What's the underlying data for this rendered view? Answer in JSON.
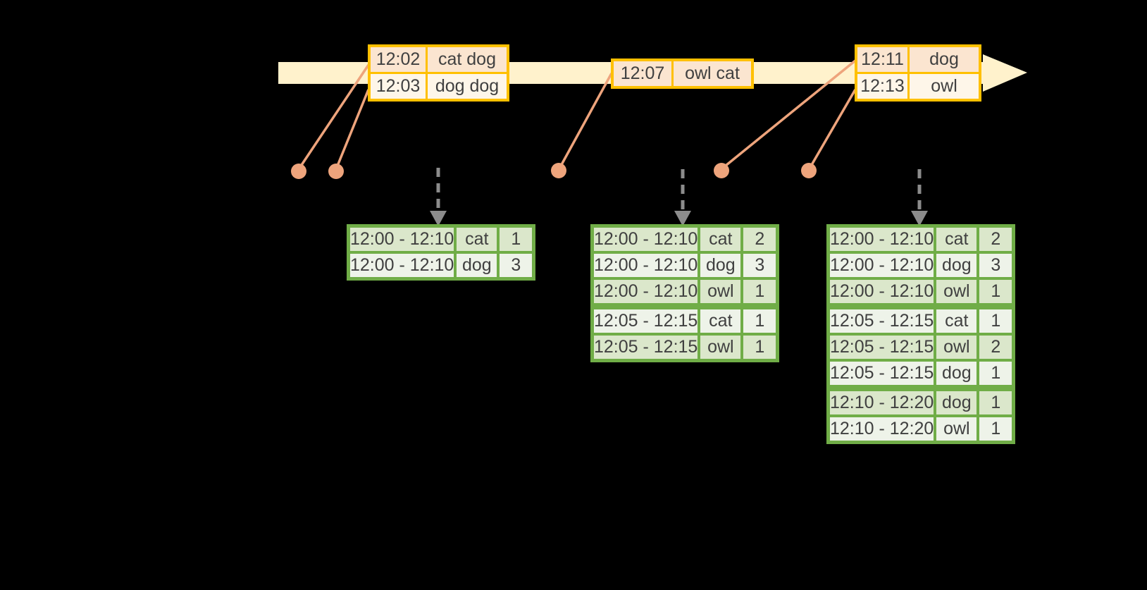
{
  "colors": {
    "background": "#000000",
    "timeline_band": "#FFF2CC",
    "event_border": "#FFC000",
    "event_row_dark": "#FBE5D0",
    "event_row_light": "#FEF6E9",
    "connector": "#EEA47C",
    "dot": "#EEA47C",
    "dashed_arrow": "#8C8C8C",
    "result_border": "#70AD47",
    "result_row_dark": "#DBE7CB",
    "result_row_light": "#EEF3E9",
    "text": "#404040"
  },
  "event_tables": [
    {
      "rows": [
        {
          "time": "12:02",
          "words": "cat dog"
        },
        {
          "time": "12:03",
          "words": "dog dog"
        }
      ]
    },
    {
      "rows": [
        {
          "time": "12:07",
          "words": "owl cat"
        }
      ]
    },
    {
      "rows": [
        {
          "time": "12:11",
          "words": "dog"
        },
        {
          "time": "12:13",
          "words": "owl"
        }
      ]
    }
  ],
  "result_tables": [
    {
      "rows": [
        {
          "window": "12:00 - 12:10",
          "word": "cat",
          "count": "1"
        },
        {
          "window": "12:00 - 12:10",
          "word": "dog",
          "count": "3"
        }
      ]
    },
    {
      "rows": [
        {
          "window": "12:00 - 12:10",
          "word": "cat",
          "count": "2"
        },
        {
          "window": "12:00 - 12:10",
          "word": "dog",
          "count": "3"
        },
        {
          "window": "12:00 - 12:10",
          "word": "owl",
          "count": "1"
        },
        {
          "window": "12:05 - 12:15",
          "word": "cat",
          "count": "1"
        },
        {
          "window": "12:05 - 12:15",
          "word": "owl",
          "count": "1"
        }
      ]
    },
    {
      "rows": [
        {
          "window": "12:00 - 12:10",
          "word": "cat",
          "count": "2"
        },
        {
          "window": "12:00 - 12:10",
          "word": "dog",
          "count": "3"
        },
        {
          "window": "12:00 - 12:10",
          "word": "owl",
          "count": "1"
        },
        {
          "window": "12:05 - 12:15",
          "word": "cat",
          "count": "1"
        },
        {
          "window": "12:05 - 12:15",
          "word": "owl",
          "count": "2"
        },
        {
          "window": "12:05 - 12:15",
          "word": "dog",
          "count": "1"
        },
        {
          "window": "12:10 - 12:20",
          "word": "dog",
          "count": "1"
        },
        {
          "window": "12:10 - 12:20",
          "word": "owl",
          "count": "1"
        }
      ]
    }
  ]
}
